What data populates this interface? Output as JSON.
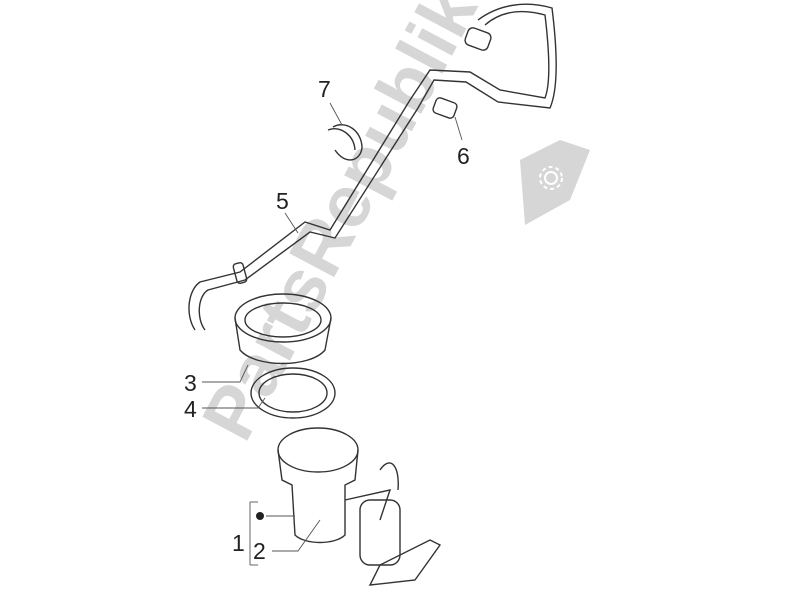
{
  "diagram": {
    "type": "exploded-parts-view",
    "subject": "Fuel pump assembly",
    "watermark": {
      "text": "PartsRepublik",
      "color": "#d4d4d4"
    },
    "callouts": [
      {
        "id": "1",
        "label": "1",
        "part": "fuel-pump-assembly"
      },
      {
        "id": "2",
        "label": "2",
        "part": "fuel-pump"
      },
      {
        "id": "3",
        "label": "3",
        "part": "ring-nut"
      },
      {
        "id": "4",
        "label": "4",
        "part": "gasket"
      },
      {
        "id": "5",
        "label": "5",
        "part": "fuel-hose"
      },
      {
        "id": "6",
        "label": "6",
        "part": "connector-clip"
      },
      {
        "id": "7",
        "label": "7",
        "part": "hose-clamp"
      }
    ],
    "line_color": "#333333"
  }
}
